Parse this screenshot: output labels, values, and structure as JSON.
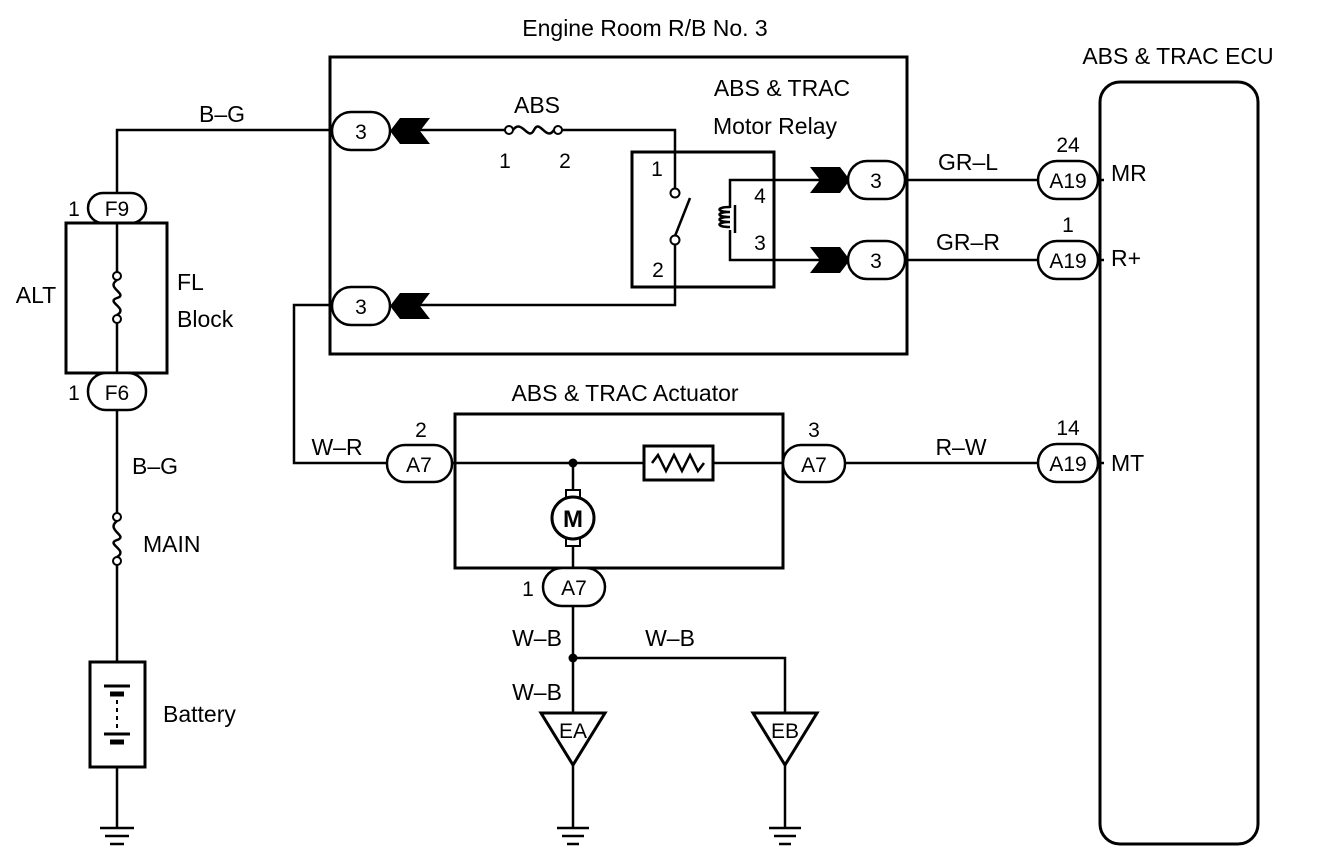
{
  "colors": {
    "ink": "#000000",
    "paper": "#ffffff"
  },
  "relay_box": {
    "title": "Engine Room R/B No. 3",
    "fuse_label": "ABS",
    "fuse_pin_1": "1",
    "fuse_pin_2": "2",
    "relay_title_line1": "ABS & TRAC",
    "relay_title_line2": "Motor Relay",
    "relay_pin_1": "1",
    "relay_pin_2": "2",
    "relay_pin_3": "3",
    "relay_pin_4": "4",
    "connector_top_left": "3",
    "connector_bottom_left": "3",
    "connector_right_top": "3",
    "connector_right_bottom": "3"
  },
  "ecu": {
    "title": "ABS & TRAC ECU",
    "terminal_mr": "MR",
    "terminal_rplus": "R+",
    "terminal_mt": "MT",
    "conn_mr": "A19",
    "conn_rplus": "A19",
    "conn_mt": "A19",
    "pin_mr": "24",
    "pin_rplus": "1",
    "pin_mt": "14"
  },
  "fl_block": {
    "left_label": "ALT",
    "label_line1": "FL",
    "label_line2": "Block",
    "conn_top": "F9",
    "conn_bottom": "F6",
    "pin_top": "1",
    "pin_bottom": "1"
  },
  "main_fuse": {
    "label": "MAIN"
  },
  "battery": {
    "label": "Battery"
  },
  "actuator": {
    "title": "ABS & TRAC Actuator",
    "motor_symbol": "M",
    "conn_left": "A7",
    "conn_right": "A7",
    "conn_bottom": "A7",
    "pin_left": "2",
    "pin_right": "3",
    "pin_bottom": "1"
  },
  "wires": {
    "bg_top": "B–G",
    "bg_lower": "B–G",
    "gr_l": "GR–L",
    "gr_r": "GR–R",
    "w_r": "W–R",
    "r_w": "R–W",
    "w_b_1": "W–B",
    "w_b_2": "W–B",
    "w_b_3": "W–B"
  },
  "grounds": {
    "ea": "EA",
    "eb": "EB"
  }
}
